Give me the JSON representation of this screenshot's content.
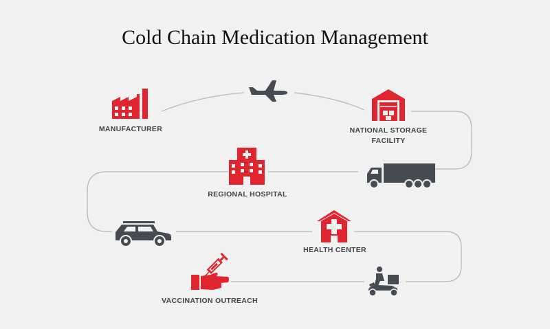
{
  "title": "Cold Chain Medication Management",
  "colors": {
    "accent": "#e0252e",
    "vehicle": "#464a51",
    "connector": "#b5b5b5",
    "background": "#f1f1f1"
  },
  "nodes": [
    {
      "id": "manufacturer",
      "label": "MANUFACTURER",
      "icon": "factory-icon"
    },
    {
      "id": "airplane",
      "label": "",
      "icon": "airplane-icon"
    },
    {
      "id": "national-storage",
      "label": "NATIONAL STORAGE\nFACILITY",
      "icon": "warehouse-icon"
    },
    {
      "id": "truck",
      "label": "",
      "icon": "truck-icon"
    },
    {
      "id": "regional-hospital",
      "label": "REGIONAL HOSPITAL",
      "icon": "hospital-icon"
    },
    {
      "id": "suv",
      "label": "",
      "icon": "suv-icon"
    },
    {
      "id": "health-center",
      "label": "HEALTH CENTER",
      "icon": "health-center-icon"
    },
    {
      "id": "motorbike",
      "label": "",
      "icon": "delivery-scooter-icon"
    },
    {
      "id": "vaccination-outreach",
      "label": "VACCINATION OUTREACH",
      "icon": "vaccination-icon"
    }
  ]
}
